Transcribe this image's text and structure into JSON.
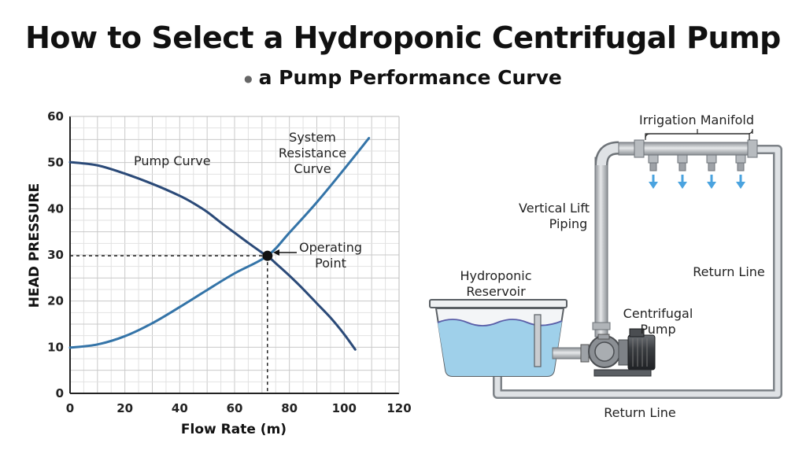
{
  "title": "How to Select a Hydroponic Centrifugal Pump",
  "subtitle": "a Pump Performance Curve",
  "colors": {
    "pump_curve": "#2b4a78",
    "system_curve": "#3474a8",
    "water": "#9fd0ea",
    "pipe": "#c4c7cb",
    "arrow": "#4aa3df"
  },
  "chart_data": {
    "type": "line",
    "xlabel": "Flow Rate (m)",
    "ylabel": "HEAD PRESSURE",
    "xlim": [
      0,
      120
    ],
    "ylim": [
      0,
      60
    ],
    "x_ticks": [
      0,
      20,
      40,
      60,
      80,
      100,
      120
    ],
    "y_ticks": [
      0,
      10,
      20,
      30,
      40,
      50,
      60
    ],
    "grid": true,
    "series": [
      {
        "name": "Pump Curve",
        "x": [
          0,
          10,
          20,
          30,
          40,
          45,
          50,
          55,
          60,
          65,
          70,
          72,
          75,
          80,
          85,
          90,
          95,
          100,
          104
        ],
        "y": [
          50.1,
          49.4,
          47.6,
          45.4,
          42.8,
          41.2,
          39.3,
          37.0,
          34.8,
          32.6,
          30.5,
          29.8,
          28.2,
          25.5,
          22.6,
          19.5,
          16.4,
          12.8,
          9.5
        ]
      },
      {
        "name": "System Resistance Curve",
        "x": [
          0,
          10,
          20,
          30,
          40,
          50,
          60,
          72,
          80,
          90,
          100,
          109
        ],
        "y": [
          9.9,
          10.6,
          12.4,
          15.2,
          18.7,
          22.4,
          26.0,
          29.8,
          34.8,
          41.4,
          48.6,
          55.3
        ]
      }
    ],
    "annotations": [
      {
        "text": "Operating Point",
        "x": 72,
        "y": 29.8
      }
    ]
  },
  "diagram": {
    "labels": {
      "pump_curve_line1": "Pump Curve",
      "system_line1": "System",
      "system_line2": "Resistance",
      "system_line3": "Curve",
      "operating_line1": "Operating",
      "operating_line2": "Point",
      "manifold": "Irrigation Manifold",
      "vertical_line1": "Vertical Lift",
      "vertical_line2": "Piping",
      "reservoir_line1": "Hydroponic",
      "reservoir_line2": "Reservoir",
      "pump_line1": "Centrifugal",
      "pump_line2": "Pump",
      "return_right": "Return Line",
      "return_bottom": "Return Line"
    },
    "emitter_count": 4
  }
}
